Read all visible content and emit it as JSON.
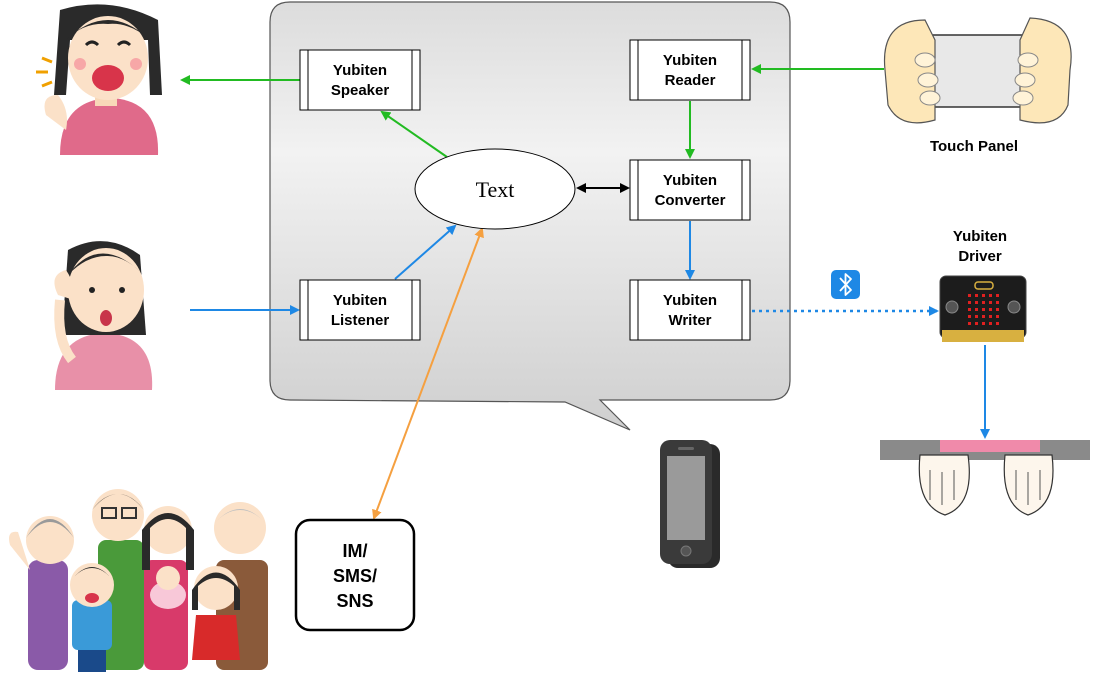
{
  "diagram": {
    "text_node": "Text",
    "modules": {
      "speaker": [
        "Yubiten",
        "Speaker"
      ],
      "listener": [
        "Yubiten",
        "Listener"
      ],
      "reader": [
        "Yubiten",
        "Reader"
      ],
      "converter": [
        "Yubiten",
        "Converter"
      ],
      "writer": [
        "Yubiten",
        "Writer"
      ]
    },
    "touch_panel_label": "Touch Panel",
    "driver_label": [
      "Yubiten",
      "Driver"
    ],
    "messaging": [
      "IM/",
      "SMS/",
      "SNS"
    ],
    "colors": {
      "green": "#22bb22",
      "blue": "#1e88e5",
      "orange": "#f5a040",
      "black": "#000000",
      "bluetooth": "#1e88e5"
    }
  }
}
